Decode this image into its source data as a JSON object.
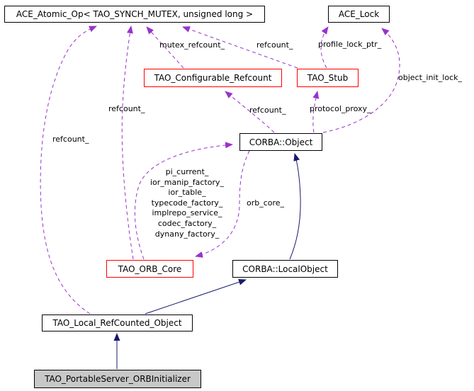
{
  "diagram": {
    "type": "doxygen-collaboration-graph",
    "colors": {
      "background": "#ffffff",
      "node_border": "#000000",
      "truncated_node_border": "#ff0000",
      "current_node_fill": "#c8c8c8",
      "usage_edge": "#9932cc",
      "inheritance_edge": "#191970"
    },
    "nodes": [
      {
        "id": "ace_atomic_op",
        "label": "ACE_Atomic_Op< TAO_SYNCH_MUTEX, unsigned long >",
        "border": "black"
      },
      {
        "id": "ace_lock",
        "label": "ACE_Lock",
        "border": "black"
      },
      {
        "id": "tao_configurable_refcount",
        "label": "TAO_Configurable_Refcount",
        "border": "red"
      },
      {
        "id": "tao_stub",
        "label": "TAO_Stub",
        "border": "red"
      },
      {
        "id": "corba_object",
        "label": "CORBA::Object",
        "border": "black"
      },
      {
        "id": "tao_orb_core",
        "label": "TAO_ORB_Core",
        "border": "red"
      },
      {
        "id": "corba_localobject",
        "label": "CORBA::LocalObject",
        "border": "black"
      },
      {
        "id": "tao_local_refcounted_object",
        "label": "TAO_Local_RefCounted_Object",
        "border": "black"
      },
      {
        "id": "tao_portableserver_orbinitializer",
        "label": "TAO_PortableServer_ORBInitializer",
        "border": "black",
        "fill": "gray",
        "current": true
      }
    ],
    "edges": [
      {
        "from": "TAO_Configurable_Refcount",
        "to": "ACE_Atomic_Op< TAO_SYNCH_MUTEX, unsigned long >",
        "label": "mutex_refcount_",
        "type": "usage"
      },
      {
        "from": "TAO_Stub",
        "to": "ACE_Atomic_Op< TAO_SYNCH_MUTEX, unsigned long >",
        "label": "refcount_",
        "type": "usage"
      },
      {
        "from": "TAO_Stub",
        "to": "ACE_Lock",
        "label": "profile_lock_ptr_",
        "type": "usage"
      },
      {
        "from": "CORBA::Object",
        "to": "ACE_Lock",
        "label": "object_init_lock_",
        "type": "usage"
      },
      {
        "from": "CORBA::Object",
        "to": "TAO_Configurable_Refcount",
        "label": "refcount_",
        "type": "usage"
      },
      {
        "from": "CORBA::Object",
        "to": "TAO_Stub",
        "label": "protocol_proxy_",
        "type": "usage"
      },
      {
        "from": "CORBA::Object",
        "to": "TAO_ORB_Core",
        "label": "orb_core_",
        "type": "usage"
      },
      {
        "from": "TAO_ORB_Core",
        "to": "ACE_Atomic_Op< TAO_SYNCH_MUTEX, unsigned long >",
        "label": "refcount_",
        "type": "usage"
      },
      {
        "from": "TAO_ORB_Core",
        "to": "CORBA::Object",
        "label": "pi_current_ ior_manip_factory_ ior_table_ typecode_factory_ implrepo_service_ codec_factory_ dynany_factory_",
        "label_lines": [
          "pi_current_",
          "ior_manip_factory_",
          "ior_table_",
          "typecode_factory_",
          "implrepo_service_",
          "codec_factory_",
          "dynany_factory_"
        ],
        "type": "usage"
      },
      {
        "from": "TAO_Local_RefCounted_Object",
        "to": "ACE_Atomic_Op< TAO_SYNCH_MUTEX, unsigned long >",
        "label": "refcount_",
        "type": "usage"
      },
      {
        "from": "TAO_Local_RefCounted_Object",
        "to": "CORBA::LocalObject",
        "label": "",
        "type": "inheritance"
      },
      {
        "from": "CORBA::LocalObject",
        "to": "CORBA::Object",
        "label": "",
        "type": "inheritance"
      },
      {
        "from": "TAO_PortableServer_ORBInitializer",
        "to": "TAO_Local_RefCounted_Object",
        "label": "",
        "type": "inheritance"
      }
    ]
  }
}
